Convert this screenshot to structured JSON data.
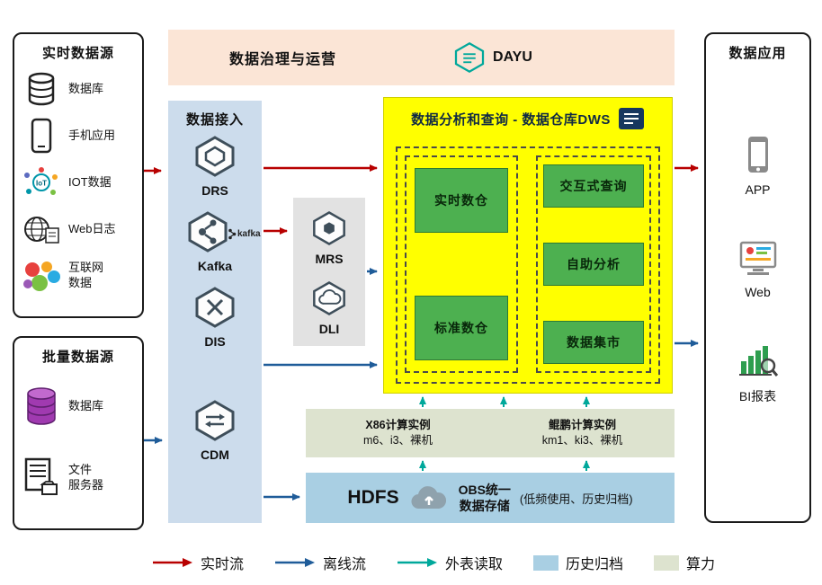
{
  "diagram": {
    "realtime_sources": {
      "title": "实时数据源",
      "items": [
        {
          "label": "数据库"
        },
        {
          "label": "手机应用"
        },
        {
          "label": "IOT数据"
        },
        {
          "label": "Web日志"
        },
        {
          "label": "互联网\n数据"
        }
      ]
    },
    "batch_sources": {
      "title": "批量数据源",
      "items": [
        {
          "label": "数据库"
        },
        {
          "label": "文件\n服务器"
        }
      ]
    },
    "governance": {
      "title": "数据治理与运营",
      "product": "DAYU"
    },
    "ingestion": {
      "title": "数据接入",
      "services": [
        {
          "name": "DRS"
        },
        {
          "name": "Kafka",
          "logo": "kafka"
        },
        {
          "name": "DIS"
        },
        {
          "name": "CDM"
        }
      ]
    },
    "processing": {
      "services": [
        {
          "name": "MRS"
        },
        {
          "name": "DLI"
        }
      ]
    },
    "dws": {
      "title": "数据分析和查询 - 数据仓库DWS",
      "warehouses": [
        {
          "label": "实时数仓"
        },
        {
          "label": "标准数仓"
        }
      ],
      "functions": [
        {
          "label": "交互式查询"
        },
        {
          "label": "自助分析"
        },
        {
          "label": "数据集市"
        }
      ]
    },
    "compute": {
      "instances": [
        {
          "name": "X86计算实例",
          "spec": "m6、i3、裸机"
        },
        {
          "name": "鲲鹏计算实例",
          "spec": "km1、ki3、裸机"
        }
      ]
    },
    "storage": {
      "hdfs": "HDFS",
      "obs": "OBS统一\n数据存储",
      "note": "(低频使用、历史归档)"
    },
    "applications": {
      "title": "数据应用",
      "items": [
        {
          "label": "APP"
        },
        {
          "label": "Web"
        },
        {
          "label": "BI报表"
        }
      ]
    },
    "legend": {
      "realtime_flow": "实时流",
      "offline_flow": "离线流",
      "external_read": "外表读取",
      "history_archive": "历史归档",
      "compute_power": "算力"
    },
    "colors": {
      "realtime_flow": "#b80000",
      "offline_flow": "#1f5c99",
      "external_read": "#00a89b",
      "history_archive_fill": "#a9cfe3",
      "compute_fill": "#dde3cf",
      "dws_fill": "#ffff00",
      "warehouse_green": "#4db050",
      "governance_fill": "#fbe5d6",
      "ingestion_fill": "#ccdcec"
    }
  }
}
